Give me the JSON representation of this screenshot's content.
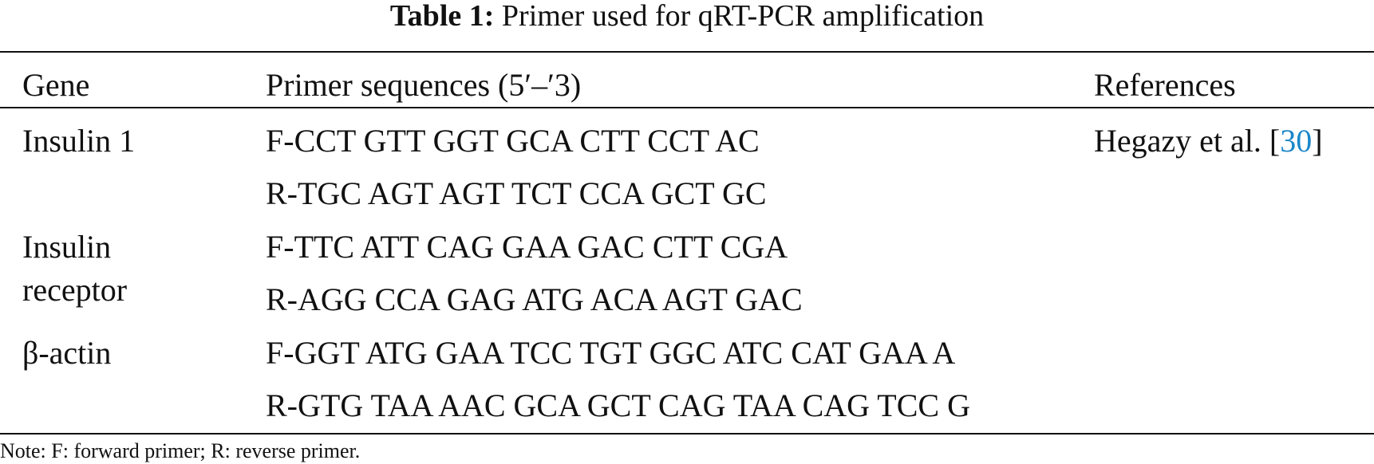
{
  "caption": {
    "label": "Table 1:",
    "text": "Primer used for qRT-PCR amplification"
  },
  "headers": {
    "gene": "Gene",
    "sequences": "Primer sequences (5′–′3)",
    "references": "References"
  },
  "rows": [
    {
      "gene_line1": "Insulin 1",
      "gene_line2": "",
      "forward": "F-CCT GTT GGT GCA CTT CCT AC",
      "reverse": "R-TGC AGT AGT TCT CCA GCT GC",
      "reference_text": "Hegazy et al. [",
      "reference_number": "30",
      "reference_close": "]"
    },
    {
      "gene_line1": "Insulin",
      "gene_line2": "receptor",
      "forward": "F-TTC ATT CAG GAA GAC CTT CGA",
      "reverse": "R-AGG CCA GAG ATG ACA AGT GAC"
    },
    {
      "gene_line1": "β-actin",
      "gene_line2": "",
      "forward": "F-GGT ATG GAA TCC TGT GGC ATC CAT GAA A",
      "reverse": "R-GTG TAA AAC GCA GCT CAG TAA CAG TCC G"
    }
  ],
  "note": "Note: F: forward primer; R: reverse primer."
}
